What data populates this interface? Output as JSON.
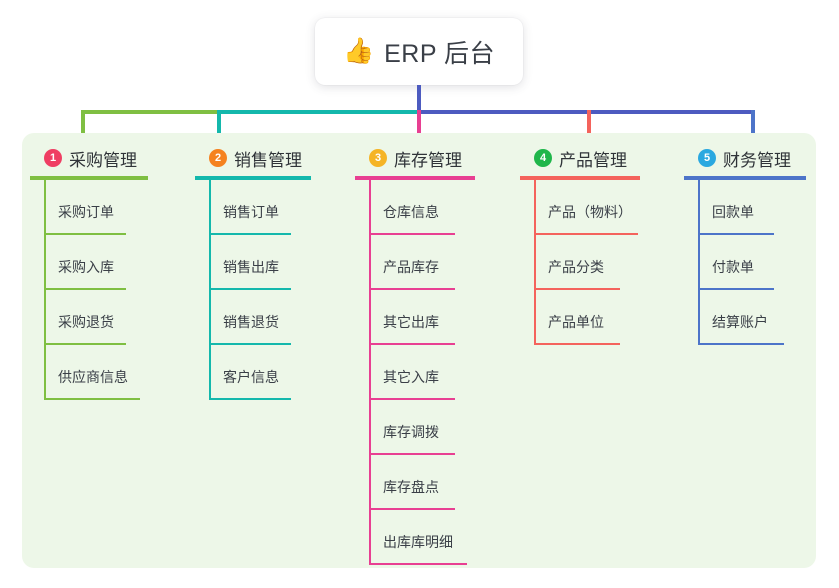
{
  "root": {
    "icon": "thumbs-up-icon",
    "emoji": "👍",
    "title": "ERP 后台"
  },
  "palette": {
    "panel_bg": "#edf7e8",
    "page_bg": "#ffffff",
    "trunk": "#4d5bc0",
    "text": "#3a3f47"
  },
  "columns": [
    {
      "number": "1",
      "title": "采购管理",
      "badge_color": "#ef3e63",
      "line_color": "#7fbf42",
      "head_rule_width": 118,
      "items": [
        {
          "label": "采购订单",
          "rule_width": 82
        },
        {
          "label": "采购入库",
          "rule_width": 82
        },
        {
          "label": "采购退货",
          "rule_width": 82
        },
        {
          "label": "供应商信息",
          "rule_width": 96
        }
      ]
    },
    {
      "number": "2",
      "title": "销售管理",
      "badge_color": "#f5821f",
      "line_color": "#14b8ac",
      "head_rule_width": 116,
      "items": [
        {
          "label": "销售订单",
          "rule_width": 82
        },
        {
          "label": "销售出库",
          "rule_width": 82
        },
        {
          "label": "销售退货",
          "rule_width": 82
        },
        {
          "label": "客户信息",
          "rule_width": 82
        }
      ]
    },
    {
      "number": "3",
      "title": "库存管理",
      "badge_color": "#f5b425",
      "line_color": "#e83f92",
      "head_rule_width": 120,
      "items": [
        {
          "label": "仓库信息",
          "rule_width": 86
        },
        {
          "label": "产品库存",
          "rule_width": 86
        },
        {
          "label": "其它出库",
          "rule_width": 86
        },
        {
          "label": "其它入库",
          "rule_width": 86
        },
        {
          "label": "库存调拨",
          "rule_width": 86
        },
        {
          "label": "库存盘点",
          "rule_width": 86
        },
        {
          "label": "出库库明细",
          "rule_width": 98
        }
      ]
    },
    {
      "number": "4",
      "title": "产品管理",
      "badge_color": "#1fb64a",
      "line_color": "#f4635c",
      "head_rule_width": 120,
      "items": [
        {
          "label": "产品（物料）",
          "rule_width": 104
        },
        {
          "label": "产品分类",
          "rule_width": 86
        },
        {
          "label": "产品单位",
          "rule_width": 86
        }
      ]
    },
    {
      "number": "5",
      "title": "财务管理",
      "badge_color": "#2aa8e0",
      "line_color": "#4d74c9",
      "head_rule_width": 122,
      "items": [
        {
          "label": "回款单",
          "rule_width": 76
        },
        {
          "label": "付款单",
          "rule_width": 76
        },
        {
          "label": "结算账户",
          "rule_width": 86
        }
      ]
    }
  ],
  "connectors": {
    "segments": [
      {
        "name": "green-segment",
        "color": "#7fbf42"
      },
      {
        "name": "teal-segment",
        "color": "#14b8ac"
      },
      {
        "name": "blue-segment",
        "color": "#4d5bc0"
      }
    ]
  }
}
